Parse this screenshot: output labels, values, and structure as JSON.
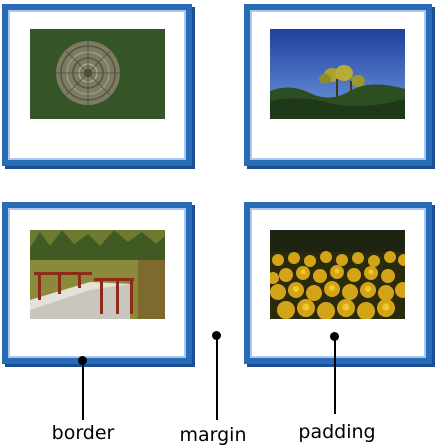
{
  "labels": {
    "border": "border",
    "margin": "margin",
    "padding": "padding"
  },
  "photos": [
    {
      "name": "tree-rings-photo"
    },
    {
      "name": "sky-trees-photo"
    },
    {
      "name": "bridge-photo"
    },
    {
      "name": "marigold-flowers-photo"
    }
  ],
  "colors": {
    "border_blue": "#2a6bb8",
    "label_text": "#000000"
  }
}
